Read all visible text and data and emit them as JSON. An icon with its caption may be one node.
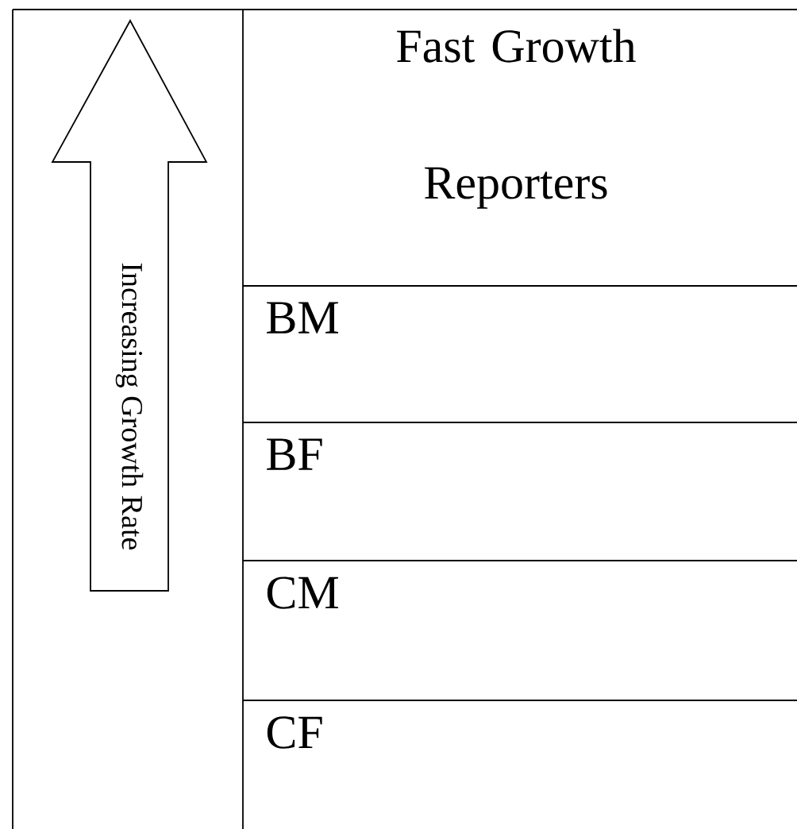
{
  "diagram": {
    "nodes": [
      {
        "text": [
          "Increasing Growth Rate"
        ]
      },
      {
        "text": [
          "Fast Growth Reporters"
        ]
      },
      {
        "text": [
          "BM"
        ]
      },
      {
        "text": [
          "BF"
        ]
      },
      {
        "text": [
          "CM"
        ]
      },
      {
        "text": [
          "CF"
        ]
      }
    ]
  }
}
